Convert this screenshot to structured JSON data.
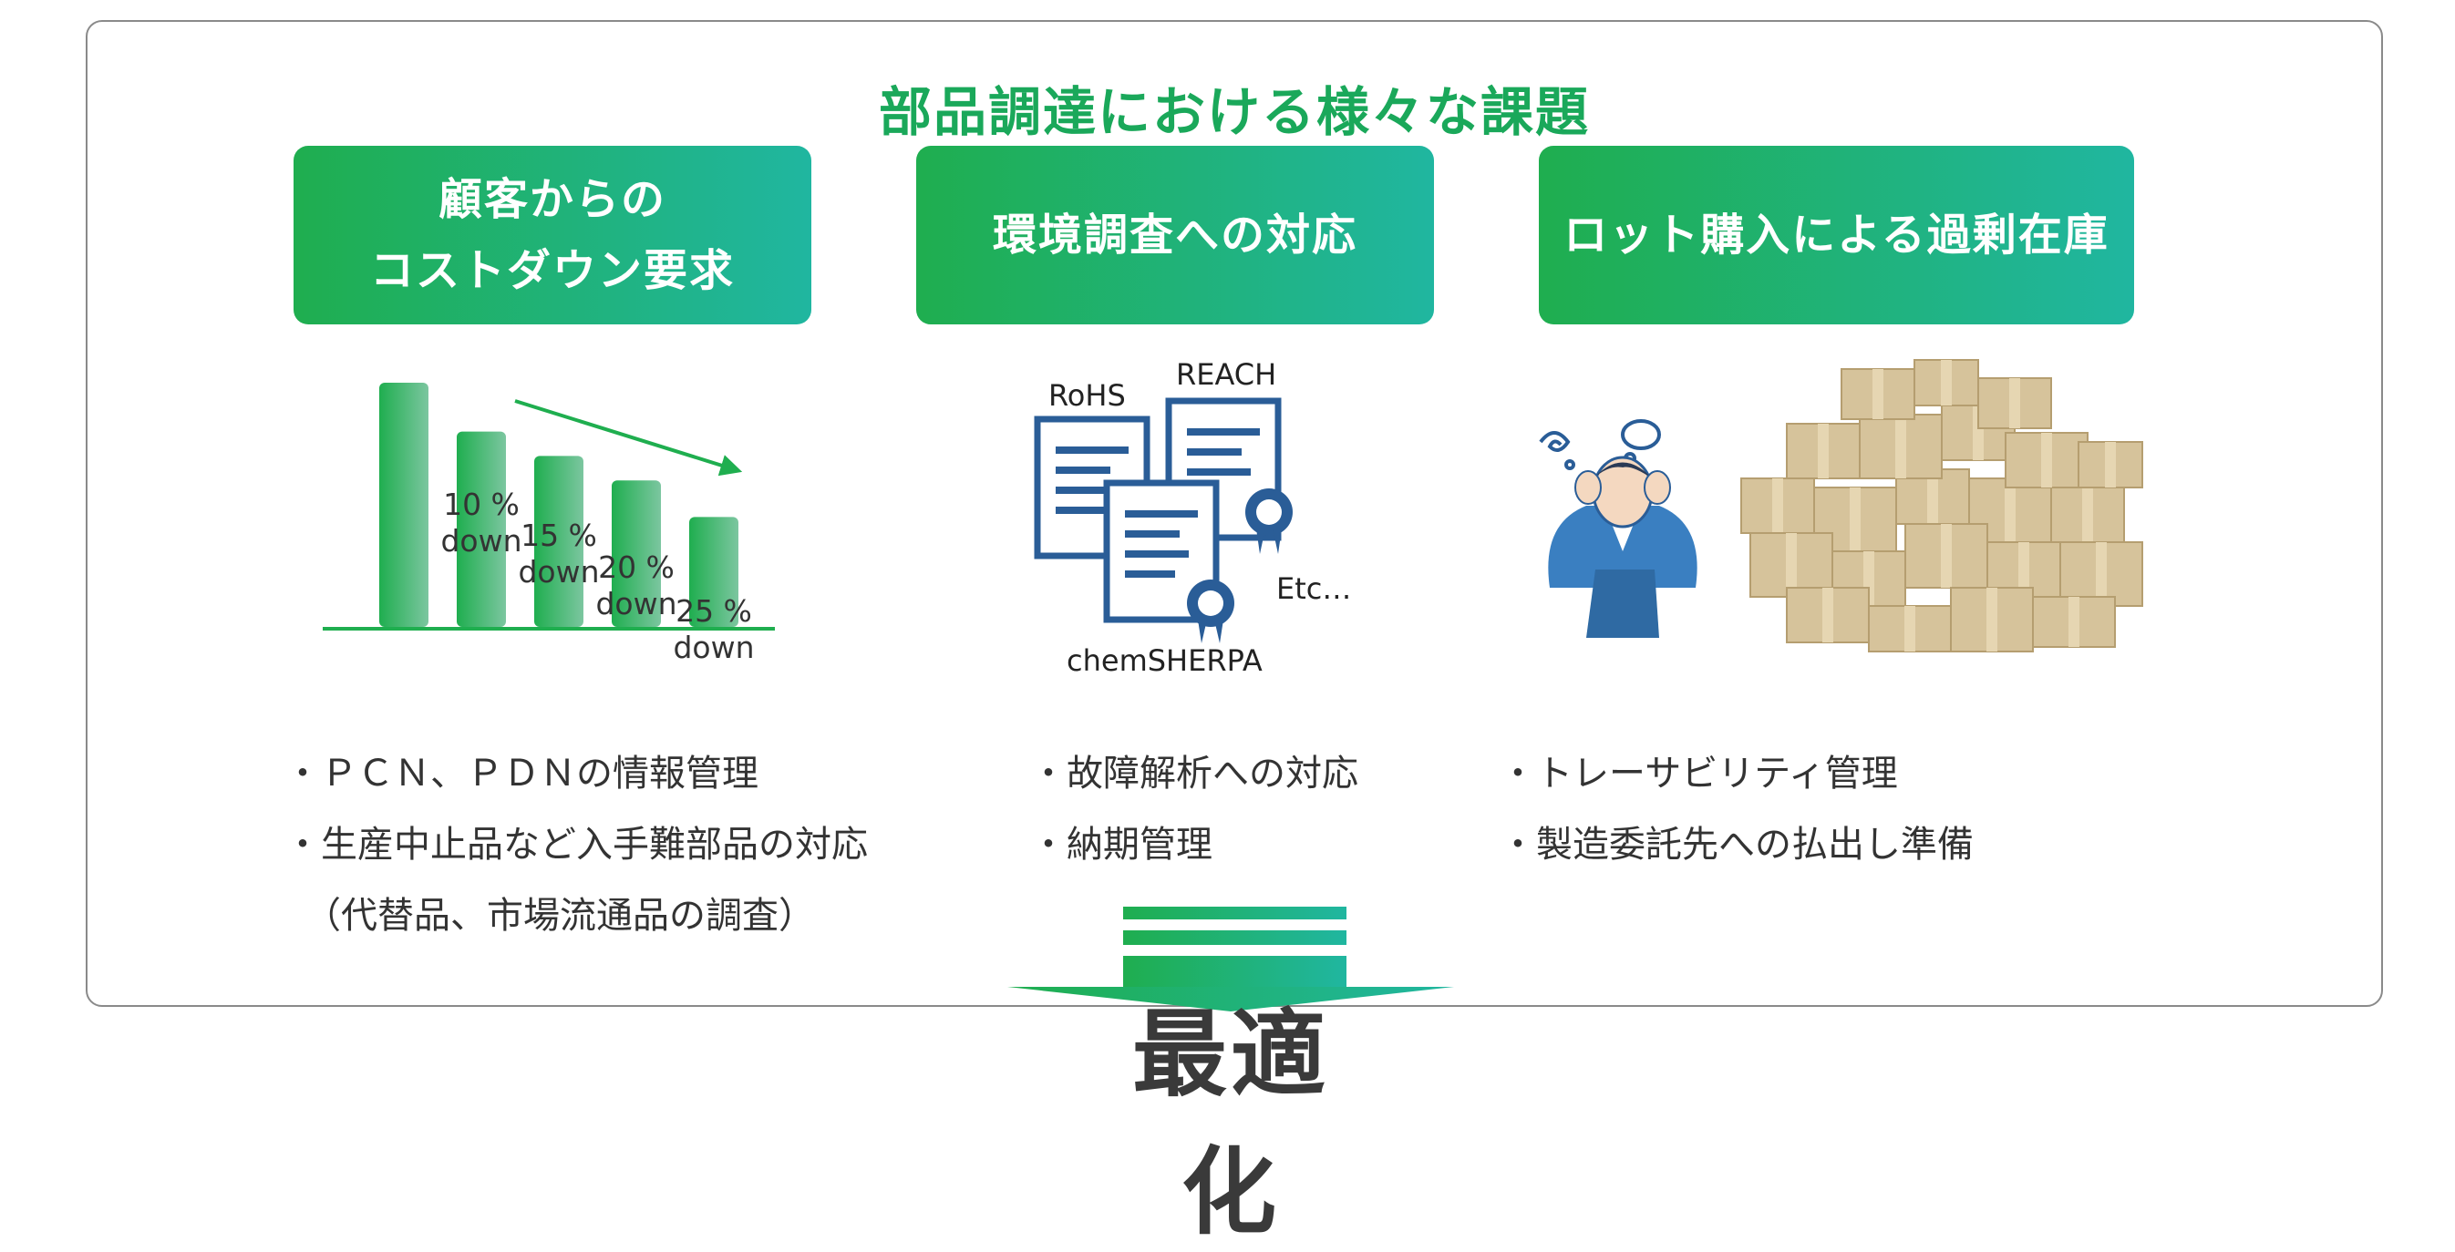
{
  "title": "部品調達における様々な課題",
  "boxes": [
    {
      "line1": "顧客からの",
      "line2": "コストダウン要求"
    },
    {
      "line1": "環境調査への対応",
      "line2": ""
    },
    {
      "line1": "ロット購入による過剰在庫",
      "line2": ""
    }
  ],
  "bars_chart": {
    "values": [
      100,
      80,
      70,
      60,
      45
    ],
    "labels": [
      {
        "pct": "10 %",
        "down": "down"
      },
      {
        "pct": "15 %",
        "down": "down"
      },
      {
        "pct": "20 %",
        "down": "down"
      },
      {
        "pct": "25 %",
        "down": "down"
      }
    ]
  },
  "docs": {
    "rohs": "RoHS",
    "reach": "REACH",
    "etc": "Etc…",
    "chemsherpa": "chemSHERPA"
  },
  "bullets": {
    "col1": [
      "・ＰＣＮ、ＰＤＮの情報管理",
      "・生産中止品など入手難部品の対応",
      "（代替品、市場流通品の調査）"
    ],
    "col2": [
      "・故障解析への対応",
      "・納期管理"
    ],
    "col3": [
      "・トレーサビリティ管理",
      "・製造委託先への払出し準備"
    ]
  },
  "result": "最適化",
  "colors": {
    "green": "#1fae4f",
    "teal": "#20b6a0",
    "title": "#1aa85a",
    "doc": "#2a5d97",
    "box": "#d6c39b"
  }
}
